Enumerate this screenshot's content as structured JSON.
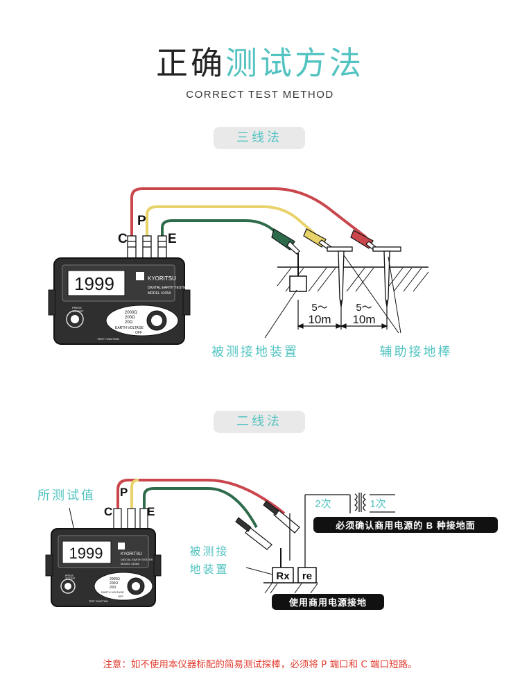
{
  "header": {
    "title_dark": "正确",
    "title_teal": "测试方法",
    "subtitle": "CORRECT TEST METHOD"
  },
  "section1": {
    "pill": "三线法",
    "terminals": {
      "c": "C",
      "p": "P",
      "e": "E"
    },
    "dist1": {
      "top": "5～",
      "bottom": "10m"
    },
    "dist2": {
      "top": "5～",
      "bottom": "10m"
    },
    "label_device": "被测接地装置",
    "label_rods": "辅助接地棒"
  },
  "section2": {
    "pill": "二线法",
    "terminals": {
      "c": "C",
      "p": "P",
      "e": "E"
    },
    "label_value": "所测试值",
    "label_device_line1": "被测接",
    "label_device_line2": "地装置",
    "label_secondary": "2次",
    "label_primary": "1次",
    "banner_top": "必须确认商用电源的 B 种接地面",
    "banner_bottom": "使用商用电源接地",
    "box_rx": "Rx",
    "box_re": "re"
  },
  "tester": {
    "display": "1999",
    "brand": "KYORITSU",
    "model_line1": "DIGITAL EARTH TESTER",
    "model_line2": "MODEL 4105A",
    "press": "PRESS",
    "to_test": "TO TEST",
    "range1": "2000Ω",
    "range2": "200Ω",
    "range3": "20Ω",
    "earth_voltage": "EARTH VOLTAGE",
    "off": "OFF",
    "test_function": "TEST FUNCTION"
  },
  "footer": {
    "note": "注意：如不使用本仪器标配的简易测试探棒，必须将 P 端口和 C 端口短路。"
  },
  "colors": {
    "teal": "#52c3c1",
    "red": "#c9474c",
    "yellow": "#e8d26a",
    "green": "#2e6b4b",
    "note": "#e23a2d"
  }
}
